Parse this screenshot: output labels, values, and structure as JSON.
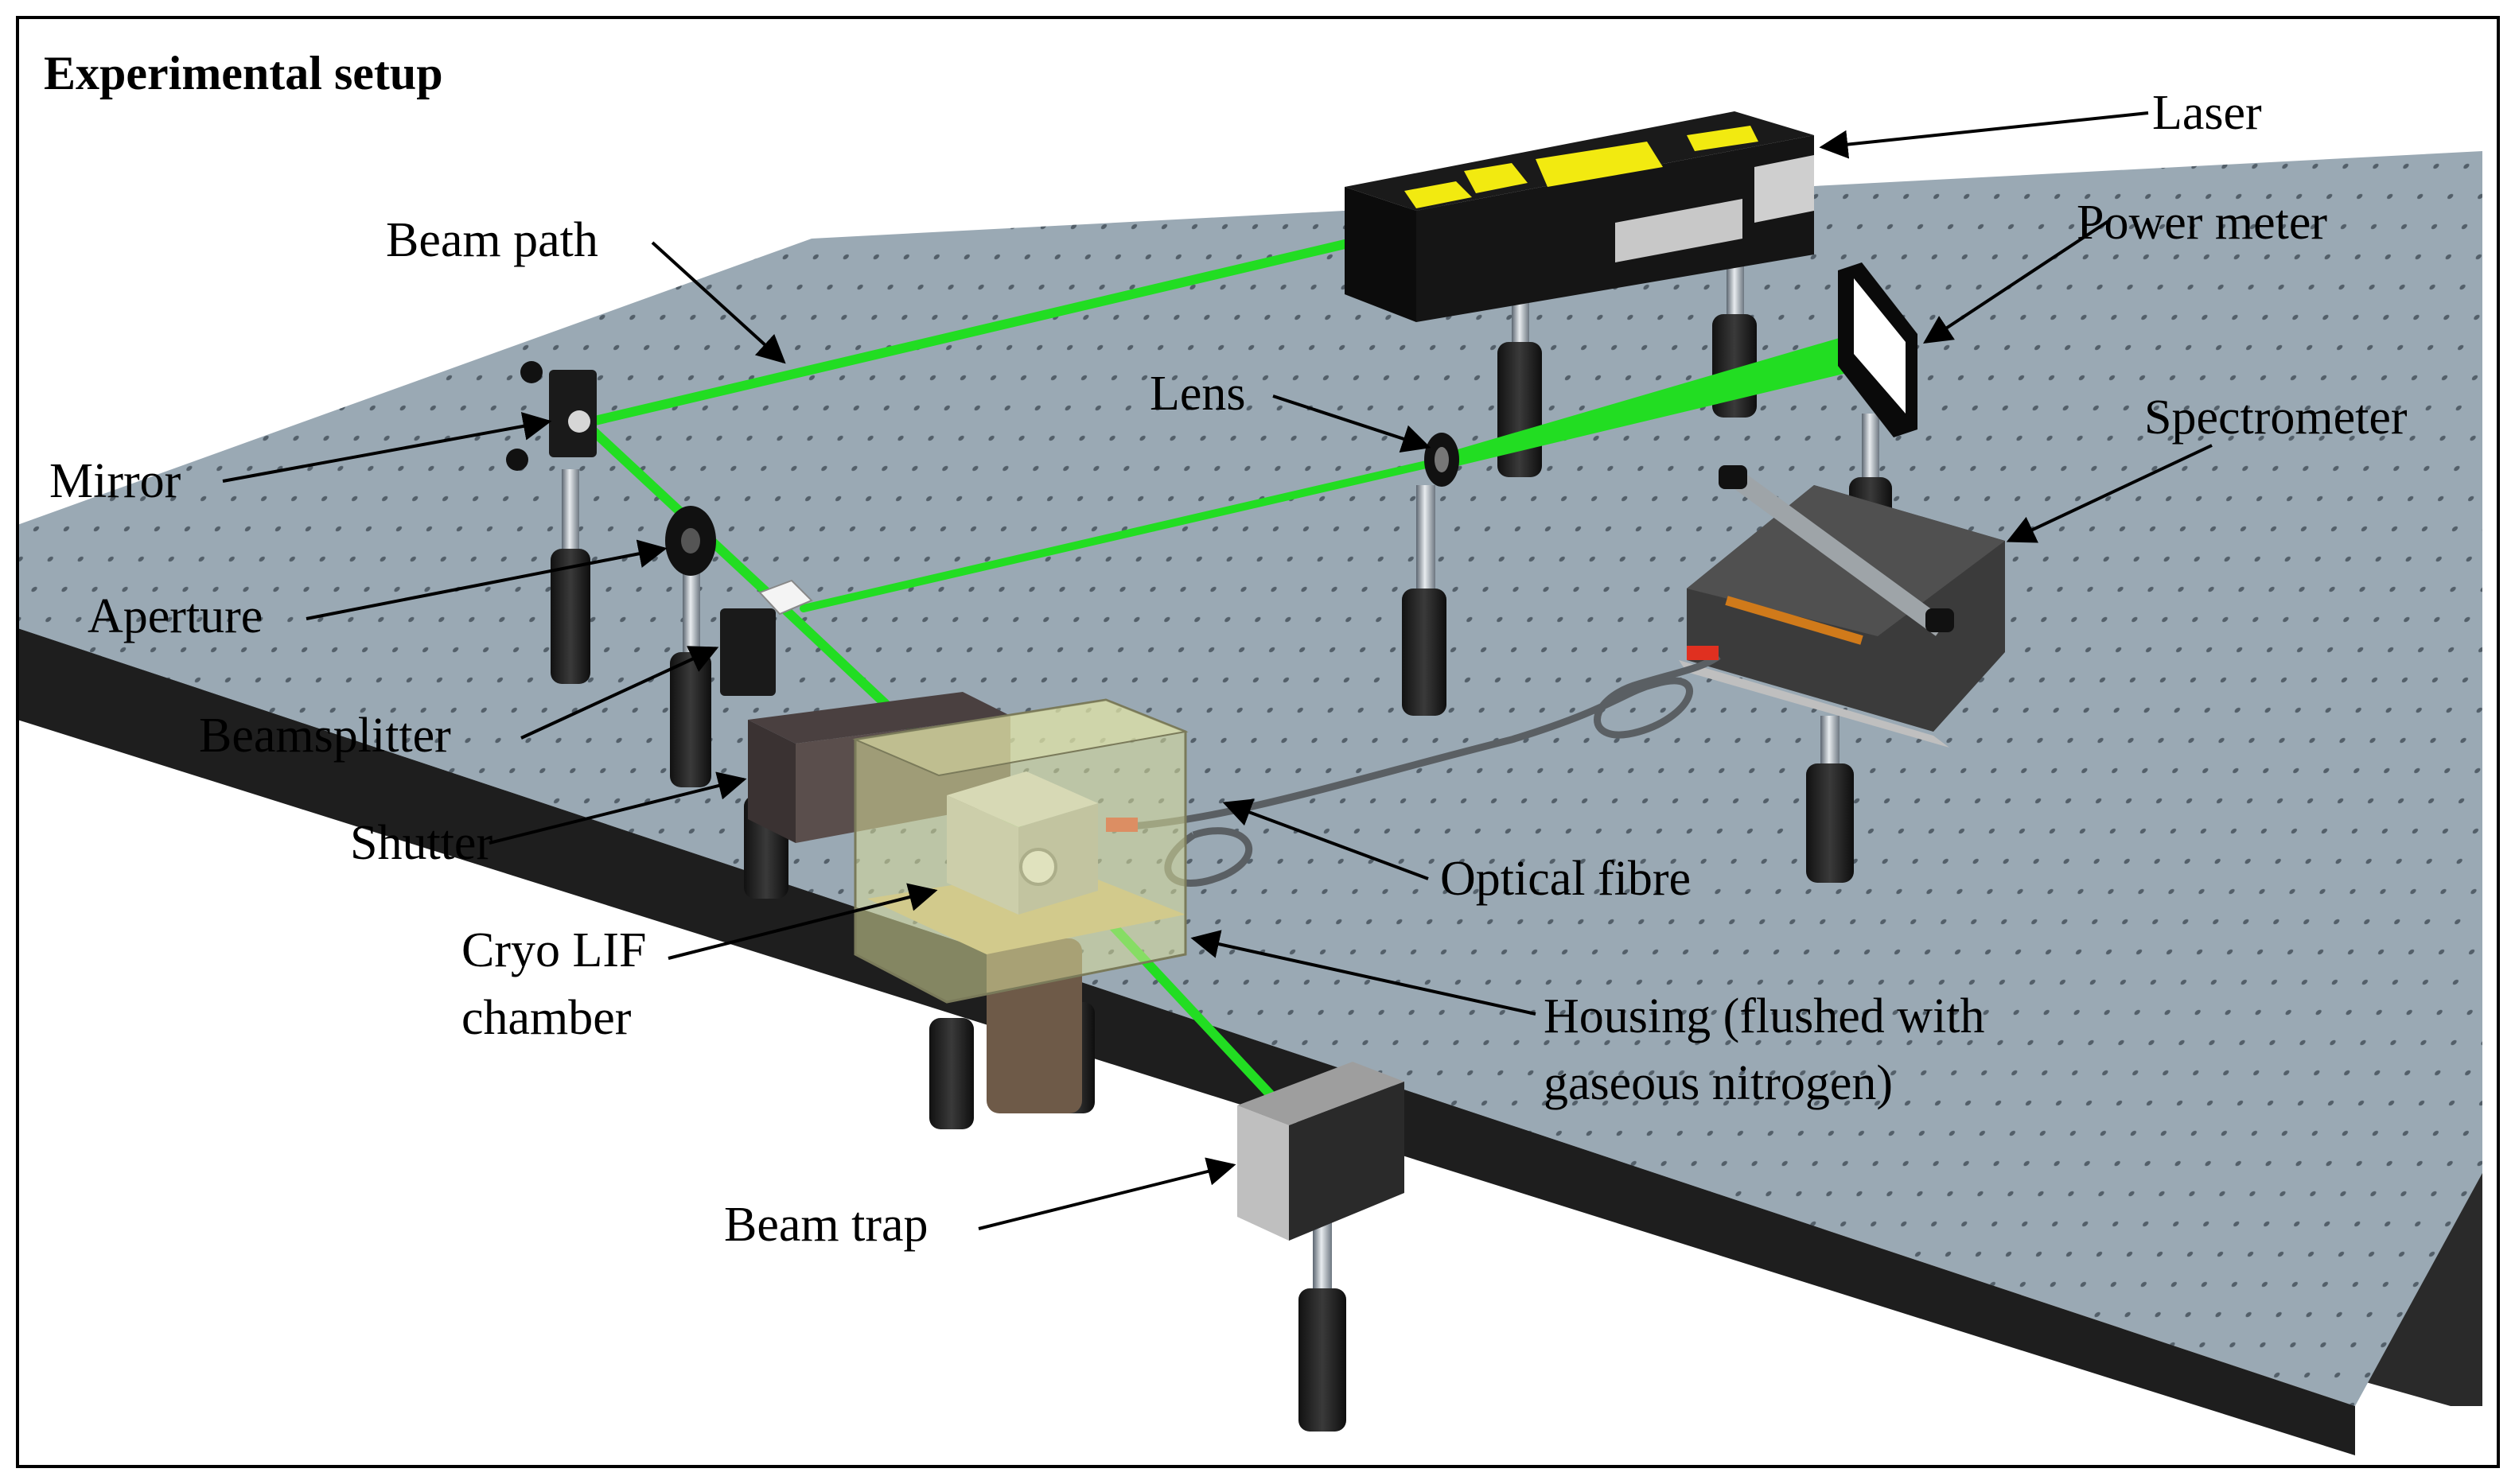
{
  "title": "Experimental setup",
  "labels": {
    "laser": "Laser",
    "power_meter": "Power meter",
    "beam_path": "Beam path",
    "lens": "Lens",
    "spectrometer": "Spectrometer",
    "mirror": "Mirror",
    "aperture": "Aperture",
    "beamsplitter": "Beamsplitter",
    "shutter": "Shutter",
    "cryo_line1": "Cryo LIF",
    "cryo_line2": "chamber",
    "optical_fibre": "Optical fibre",
    "housing_line1": "Housing (flushed with",
    "housing_line2": "gaseous nitrogen)",
    "beam_trap": "Beam trap"
  },
  "colors": {
    "table": "#9aa9b4",
    "beam": "#22dd22",
    "laser_accent": "#f2ea10",
    "housing": "#d9dc9a"
  }
}
